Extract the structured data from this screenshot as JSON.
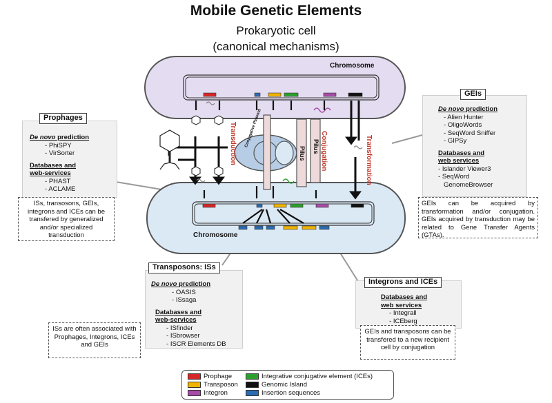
{
  "header": {
    "title": "Mobile Genetic Elements",
    "subtitle_line1": "Prokaryotic cell",
    "subtitle_line2": "(canonical mechanisms)"
  },
  "cells": {
    "top_label": "Chromosome",
    "bottom_label": "Chromosome",
    "plasmid_label": "Conjugative Plasmid",
    "pilus_left": "Pilus",
    "pilus_right": "Pilus"
  },
  "mechanisms": {
    "transduction": "Transduction",
    "conjugation": "Conjugation",
    "transformation": "Transformation"
  },
  "prophages": {
    "title": "Prophages",
    "denovo_prefix": "De novo",
    "denovo_suffix": " prediction",
    "tools": [
      "PhiSPY",
      "VirSorter"
    ],
    "db_heading_1": "Databases and",
    "db_heading_2": "web-services",
    "dbs": [
      "PHAST",
      "ACLAME"
    ],
    "note": "ISs, transosons, GEIs, integrons and ICEs can be transfered by generalized and/or specialized transduction"
  },
  "geis": {
    "title": "GEIs",
    "denovo_prefix": "De novo",
    "denovo_suffix": " prediction",
    "tools": [
      "Alien Hunter",
      "OligoWords",
      "SeqWord Sniffer",
      "GIPSy"
    ],
    "db_heading_1": "Databases and",
    "db_heading_2": "web services",
    "dbs": [
      "Islander Viewer3",
      "SeqWord",
      "GenomeBrowser"
    ],
    "note": "GEIs can be acquired by transformation and/or conjugation. GEIs acquired by transduction may be related to Gene Transfer Agents (GTAs)."
  },
  "transposons": {
    "title": "Transposons: ISs",
    "denovo_prefix": "De novo",
    "denovo_suffix": " prediction",
    "tools": [
      "OASIS",
      "ISsaga"
    ],
    "db_heading_1": "Databases and",
    "db_heading_2": "web-services",
    "dbs": [
      "ISfinder",
      "ISbrowser",
      "ISCR Elements DB"
    ],
    "note": "ISs are often associated with Prophages, Integrons, ICEs and GEIs"
  },
  "integrons": {
    "title": "Integrons and ICEs",
    "db_heading_1": "Databases and",
    "db_heading_2": "web services",
    "dbs": [
      "Integrall",
      "ICEberg"
    ],
    "note": "GEIs and transposons can be transfered to a new recipient cell by conjugation"
  },
  "legend": {
    "items": [
      {
        "label": "Prophage",
        "color": "#d62728"
      },
      {
        "label": "Transposon",
        "color": "#f0b400"
      },
      {
        "label": "Integron",
        "color": "#a64ca6"
      },
      {
        "label": "Integrative conjugative element (ICEs)",
        "color": "#2ca02c"
      },
      {
        "label": "Genomic Island",
        "color": "#111111"
      },
      {
        "label": "Insertion sequences",
        "color": "#2b6cb0"
      }
    ]
  }
}
